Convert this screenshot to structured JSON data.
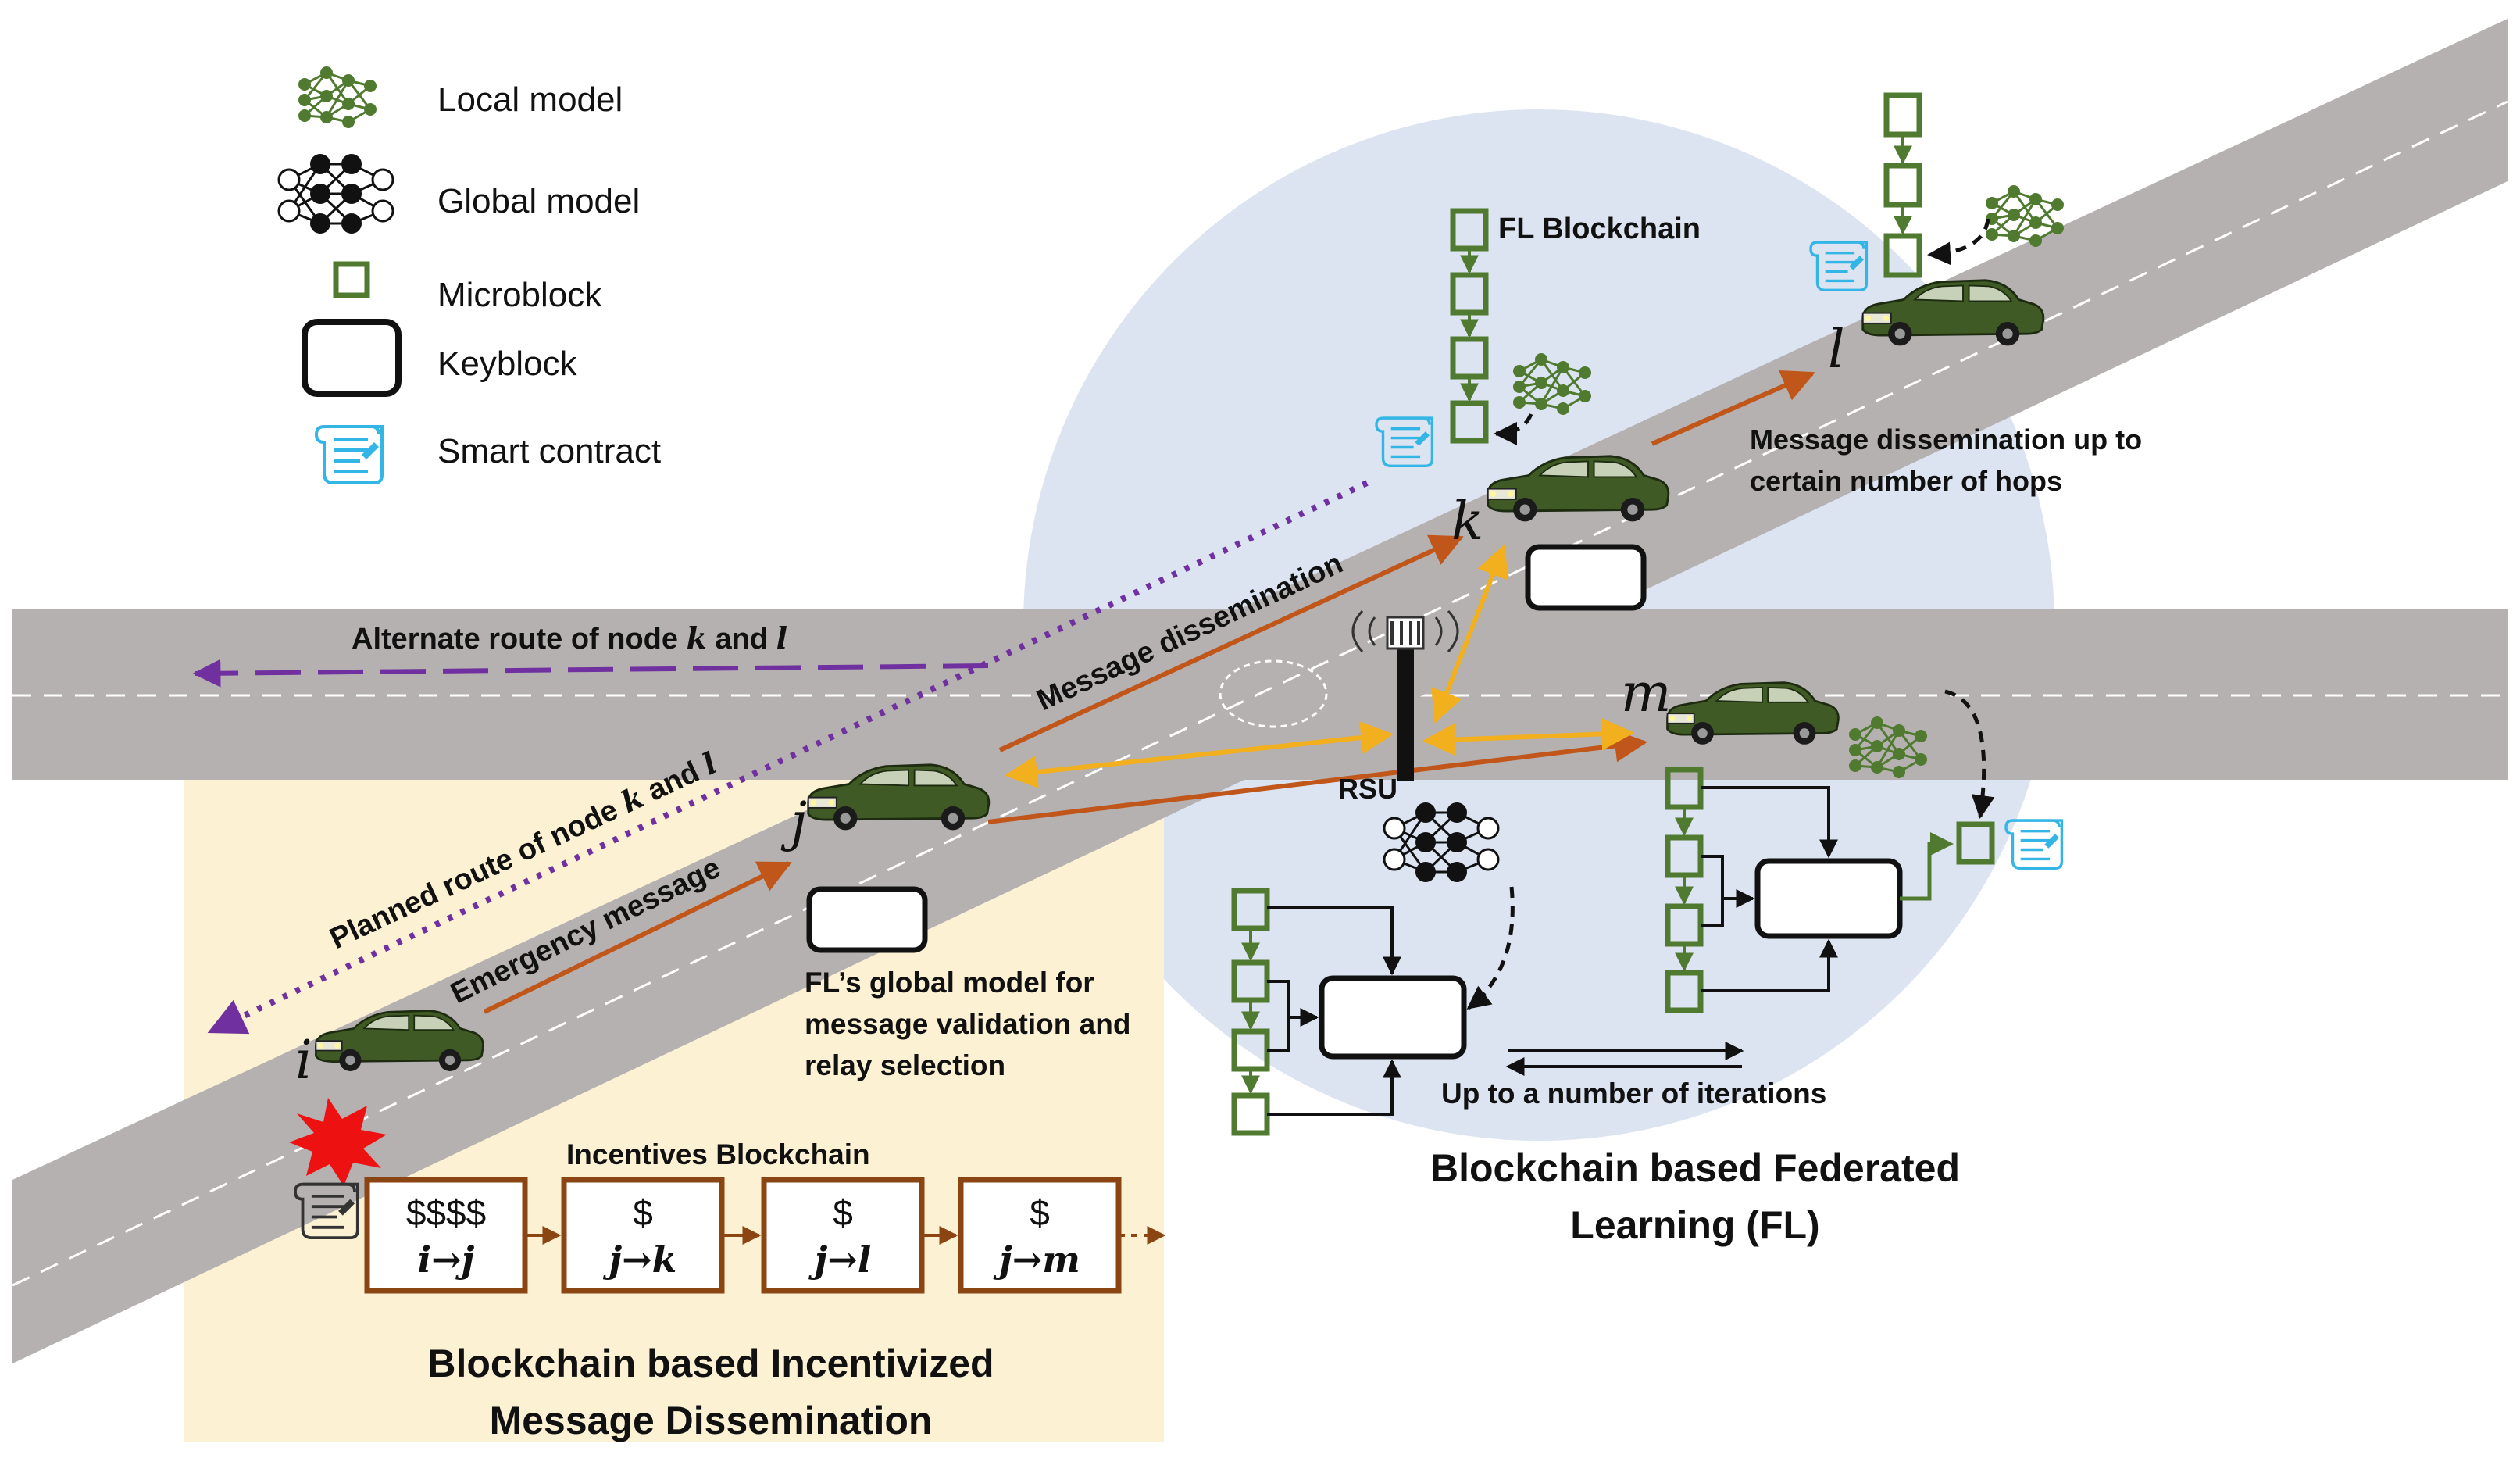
{
  "legend": {
    "local_model": "Local model",
    "global_model": "Global model",
    "microblock": "Microblock",
    "keyblock": "Keyblock",
    "smart_contract": "Smart contract"
  },
  "labels": {
    "fl_blockchain": "FL Blockchain",
    "msg_up_to_hops_1": "Message dissemination up to",
    "msg_up_to_hops_2": "certain number of hops",
    "alternate_route": "Alternate route of node k and l",
    "message_dissemination": "Message dissemination",
    "rsu": "RSU",
    "planned_route": "Planned route of node k and l",
    "emergency_message": "Emergency message",
    "fl_global_model_1": "FL’s global model for",
    "fl_global_model_2": "message validation and",
    "fl_global_model_3": "relay selection",
    "iterations": "Up to a number of iterations",
    "incentives_blockchain": "Incentives Blockchain",
    "bfl_title_1": "Blockchain based Federated",
    "bfl_title_2": "Learning (FL)",
    "bimd_title_1": "Blockchain based Incentivized",
    "bimd_title_2": "Message Dissemination"
  },
  "nodes": {
    "i": "i",
    "j": "j",
    "k": "k",
    "l": "l",
    "m": "m"
  },
  "incentive_blocks": [
    {
      "amount": "$$$$",
      "transfer": "i→j"
    },
    {
      "amount": "$",
      "transfer": "j→k"
    },
    {
      "amount": "$",
      "transfer": "j→l"
    },
    {
      "amount": "$",
      "transfer": "j→m"
    }
  ],
  "colors": {
    "road": "#b5b1b1",
    "fl_circle": "#dce4f1",
    "incentive_panel": "#fdf1d4",
    "microblock": "#4f7a2f",
    "incentive_block": "#8b4513",
    "arrow_orange": "#c0561a",
    "arrow_yellow": "#f2b01e",
    "arrow_purple": "#7030a0",
    "car": "#3f5a24",
    "smart_contract": "#33b5e5",
    "explosion": "#ee1111"
  }
}
